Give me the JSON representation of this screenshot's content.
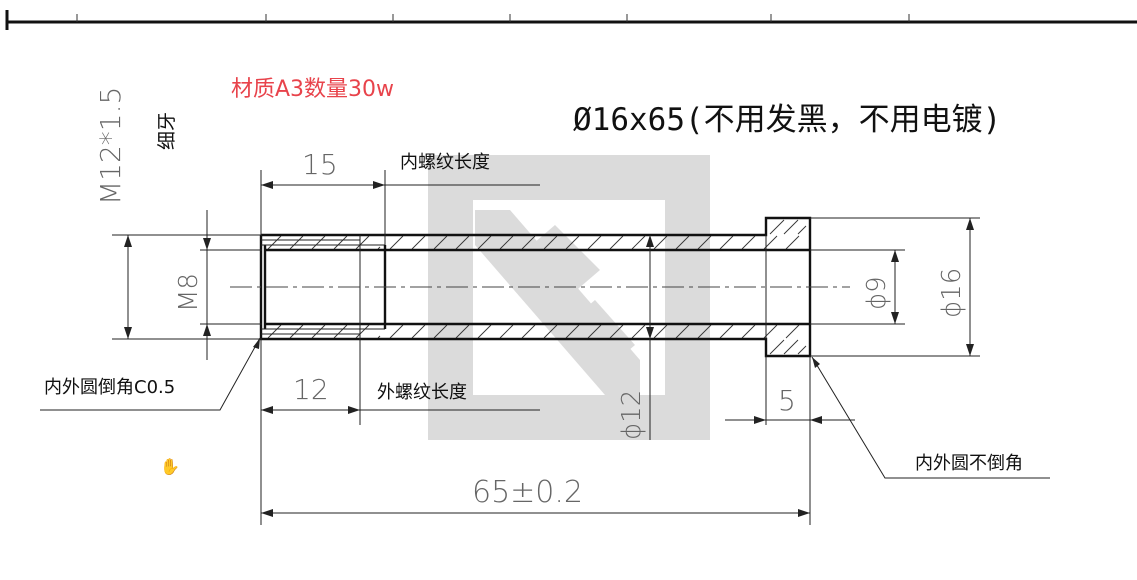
{
  "material_note": "材质A3数量30w",
  "title_spec": "Ø16x65(不用发黑，不用电镀)",
  "thread_spec": "M12*1.5",
  "thread_type": "细牙",
  "inner_thread_length_value": "15",
  "inner_thread_length_label": "内螺纹长度",
  "outer_thread_length_value": "12",
  "outer_thread_length_label": "外螺纹长度",
  "inner_thread_dia": "M8",
  "bore_dia": "ϕ9",
  "outer_dia": "ϕ16",
  "shank_dia": "ϕ12",
  "head_length": "5",
  "total_length": "65±0.2",
  "chamfer_note": "内外圆倒角C0.5",
  "no_chamfer_note": "内外圆不倒角",
  "colors": {
    "note_red": "#e8434b",
    "line": "#111111",
    "dimension_text": "#666666",
    "watermark": "#cfcfcf"
  }
}
